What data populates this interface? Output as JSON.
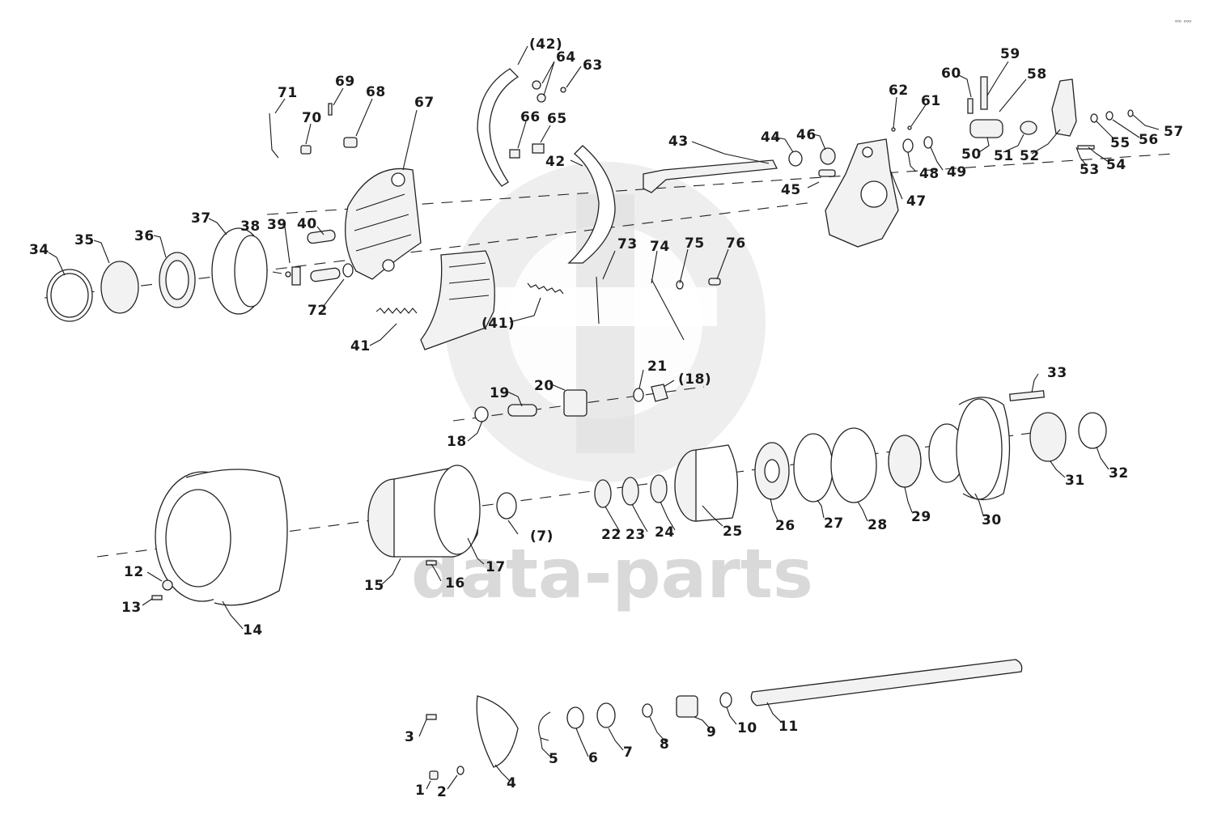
{
  "watermark": {
    "text": "data-parts"
  },
  "corner_mark": "ᵒᴵᵒ ᵒᵒᵒ",
  "labels": {
    "l1": "1",
    "l2": "2",
    "l3": "3",
    "l4": "4",
    "l5": "5",
    "l6": "6",
    "l7": "7",
    "l8": "8",
    "l9": "9",
    "l10": "10",
    "l11": "11",
    "l12": "12",
    "l13": "13",
    "l14": "14",
    "l15": "15",
    "l16": "16",
    "l17": "17",
    "l18": "18",
    "l18p": "(18)",
    "l19": "19",
    "l20": "20",
    "l21": "21",
    "l22": "22",
    "l23": "23",
    "l24": "24",
    "l25": "25",
    "l26": "26",
    "l27": "27",
    "l28": "28",
    "l29": "29",
    "l30": "30",
    "l31": "31",
    "l32": "32",
    "l33": "33",
    "l34": "34",
    "l35": "35",
    "l36": "36",
    "l37": "37",
    "l38": "38",
    "l39": "39",
    "l40": "40",
    "l41": "41",
    "l41p": "(41)",
    "l42": "42",
    "l42p": "(42)",
    "l43": "43",
    "l44": "44",
    "l45": "45",
    "l46": "46",
    "l47": "47",
    "l48": "48",
    "l49": "49",
    "l50": "50",
    "l51": "51",
    "l52": "52",
    "l53": "53",
    "l54": "54",
    "l55": "55",
    "l56": "56",
    "l57": "57",
    "l58": "58",
    "l59": "59",
    "l60": "60",
    "l61": "61",
    "l62": "62",
    "l63": "63",
    "l64": "64",
    "l65": "65",
    "l66": "66",
    "l67": "67",
    "l68": "68",
    "l69": "69",
    "l70": "70",
    "l71": "71",
    "l72": "72",
    "l73": "73",
    "l74": "74",
    "l75": "75",
    "l76": "76",
    "l7p": "(7)"
  }
}
